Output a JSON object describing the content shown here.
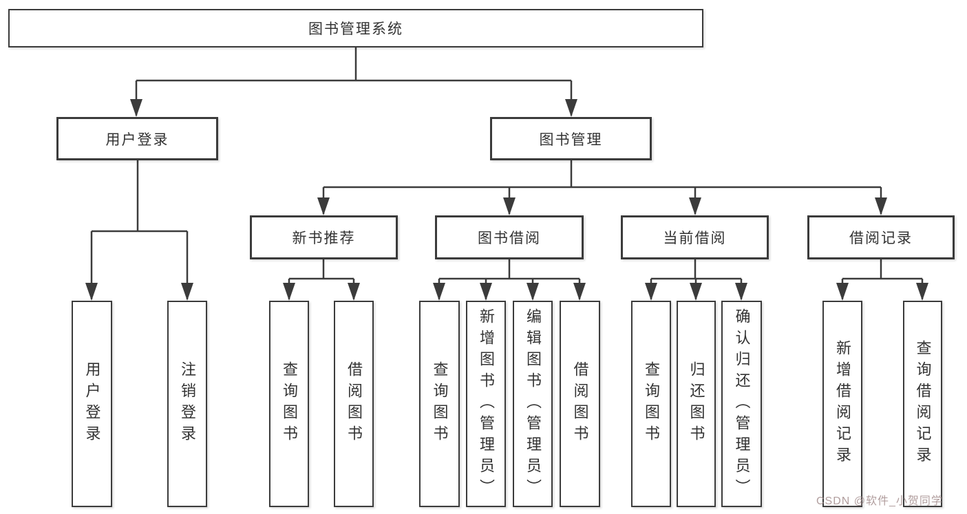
{
  "diagram_title": "图书管理系统",
  "watermark": {
    "text": "CSDN @软件_小贺同学"
  },
  "colors": {
    "background": "#ffffff",
    "line": "#3b3b3b",
    "box_border": "#3b3b3b",
    "text": "#333333",
    "watermark_text": "#a89494"
  },
  "tree": {
    "label": "图书管理系统",
    "children": [
      {
        "label": "用户登录",
        "children": [
          {
            "label": "用户登录"
          },
          {
            "label": "注销登录"
          }
        ]
      },
      {
        "label": "图书管理",
        "children": [
          {
            "label": "新书推荐",
            "children": [
              {
                "label": "查询图书"
              },
              {
                "label": "借阅图书"
              }
            ]
          },
          {
            "label": "图书借阅",
            "children": [
              {
                "label": "查询图书"
              },
              {
                "label": "新增图书（管理员）"
              },
              {
                "label": "编辑图书（管理员）"
              },
              {
                "label": "借阅图书"
              }
            ]
          },
          {
            "label": "当前借阅",
            "children": [
              {
                "label": "查询图书"
              },
              {
                "label": "归还图书"
              },
              {
                "label": "确认归还（管理员）"
              }
            ]
          },
          {
            "label": "借阅记录",
            "children": [
              {
                "label": "新增借阅记录"
              },
              {
                "label": "查询借阅记录"
              }
            ]
          }
        ]
      }
    ]
  }
}
